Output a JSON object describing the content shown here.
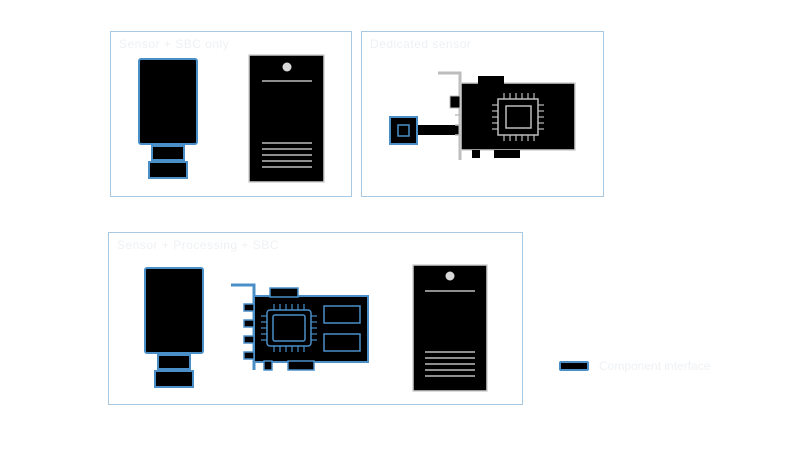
{
  "panels": {
    "a": {
      "title": "Sensor + SBC only"
    },
    "b": {
      "title": "Dedicated sensor"
    },
    "c": {
      "title": "Sensor + Processing + SBC"
    }
  },
  "legend": {
    "label": "Component interface"
  },
  "colors": {
    "accent": "#4a8fc8",
    "panel_border": "#a9c9e2",
    "device_fill": "#000000",
    "device_edge": "#d0d0d0",
    "faint_text": "#eef1f4"
  },
  "icons": [
    "camera-sensor-icon",
    "sbc-board-icon",
    "pcie-card-icon",
    "processing-card-icon",
    "chip-icon"
  ]
}
